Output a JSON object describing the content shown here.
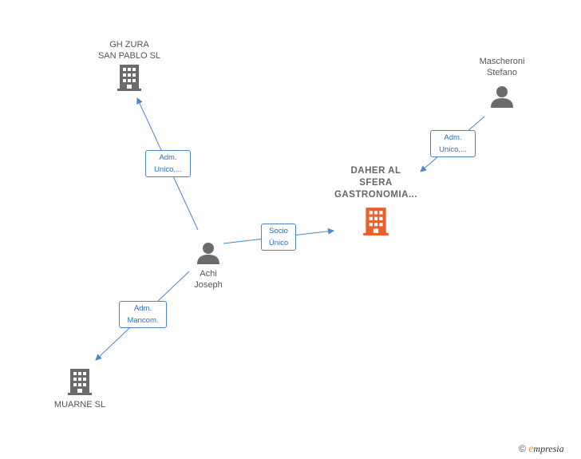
{
  "colors": {
    "edge": "#4a86c8",
    "building": "#6b6b6b",
    "building_main": "#ec5f2f",
    "person": "#6b6b6b"
  },
  "nodes": {
    "gh_zura": {
      "line1": "GH ZURA",
      "line2": "SAN PABLO  SL",
      "icon": "building-icon"
    },
    "mascheroni": {
      "line1": "Mascheroni",
      "line2": "Stefano",
      "icon": "person-icon"
    },
    "daher": {
      "line1": "DAHER AL",
      "line2": "SFERA",
      "line3": "GASTRONOMIA...",
      "icon": "building-icon"
    },
    "achi": {
      "line1": "Achi",
      "line2": "Joseph",
      "icon": "person-icon"
    },
    "muarne": {
      "line1": "MUARNE SL",
      "icon": "building-icon"
    }
  },
  "edges": {
    "achi_gh": {
      "line1": "Adm.",
      "line2": "Unico,..."
    },
    "masch_daher": {
      "line1": "Adm.",
      "line2": "Unico,..."
    },
    "achi_daher": {
      "line1": "Socio",
      "line2": "Único"
    },
    "achi_muarne": {
      "line1": "Adm.",
      "line2": "Mancom."
    }
  },
  "footer": {
    "copyright": "©",
    "brand_initial": "e",
    "brand_rest": "mpresia"
  }
}
